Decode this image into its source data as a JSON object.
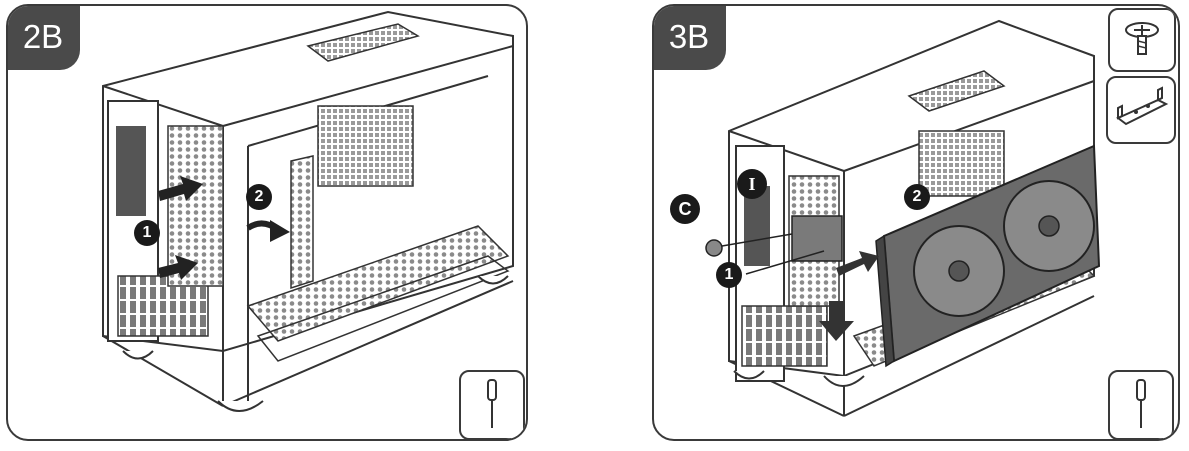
{
  "panels": [
    {
      "step_label": "2B",
      "callouts": [
        "1",
        "2"
      ],
      "tool_icon": "screwdriver-icon"
    },
    {
      "step_label": "3B",
      "callouts": [
        "I",
        "C",
        "1",
        "2"
      ],
      "tool_icon": "screwdriver-icon",
      "parts_icons": [
        "screw-icon",
        "bracket-icon"
      ]
    }
  ]
}
